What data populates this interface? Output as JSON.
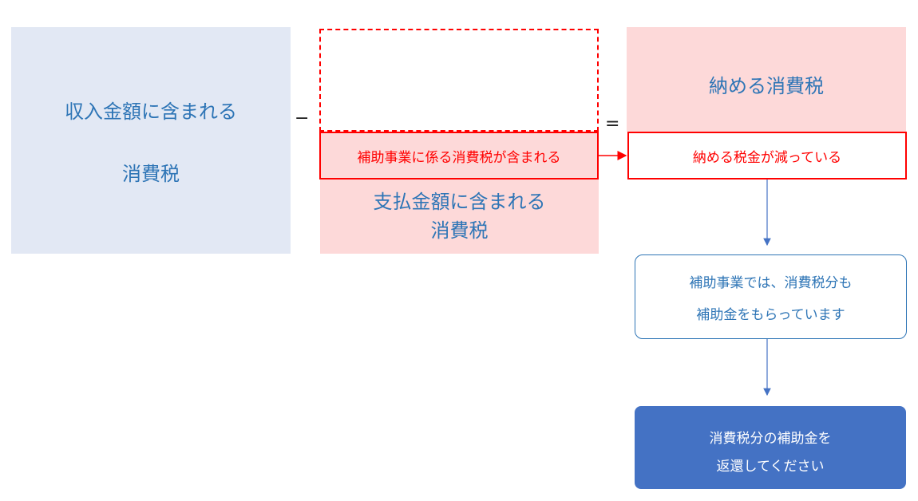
{
  "income_box": {
    "line1": "収入金額に含まれる",
    "line2": "消費税"
  },
  "operators": {
    "minus": "−",
    "equals": "="
  },
  "subsidy_included_label": "補助事業に係る消費税が含まれる",
  "payment_box": {
    "line1": "支払金額に含まれる",
    "line2": "消費税"
  },
  "pay_tax_label": "納める消費税",
  "tax_reduced_label": "納める税金が減っている",
  "subsidy_note": {
    "line1": "補助事業では、消費税分も",
    "line2": "補助金をもらっています"
  },
  "refund_box": {
    "line1": "消費税分の補助金を",
    "line2": "返還してください"
  },
  "colors": {
    "light_blue_fill": "#e2e8f4",
    "pink_fill": "#fdd9d9",
    "red": "#ff0000",
    "blue_text": "#2e75b6",
    "refund_fill": "#4472c4"
  }
}
